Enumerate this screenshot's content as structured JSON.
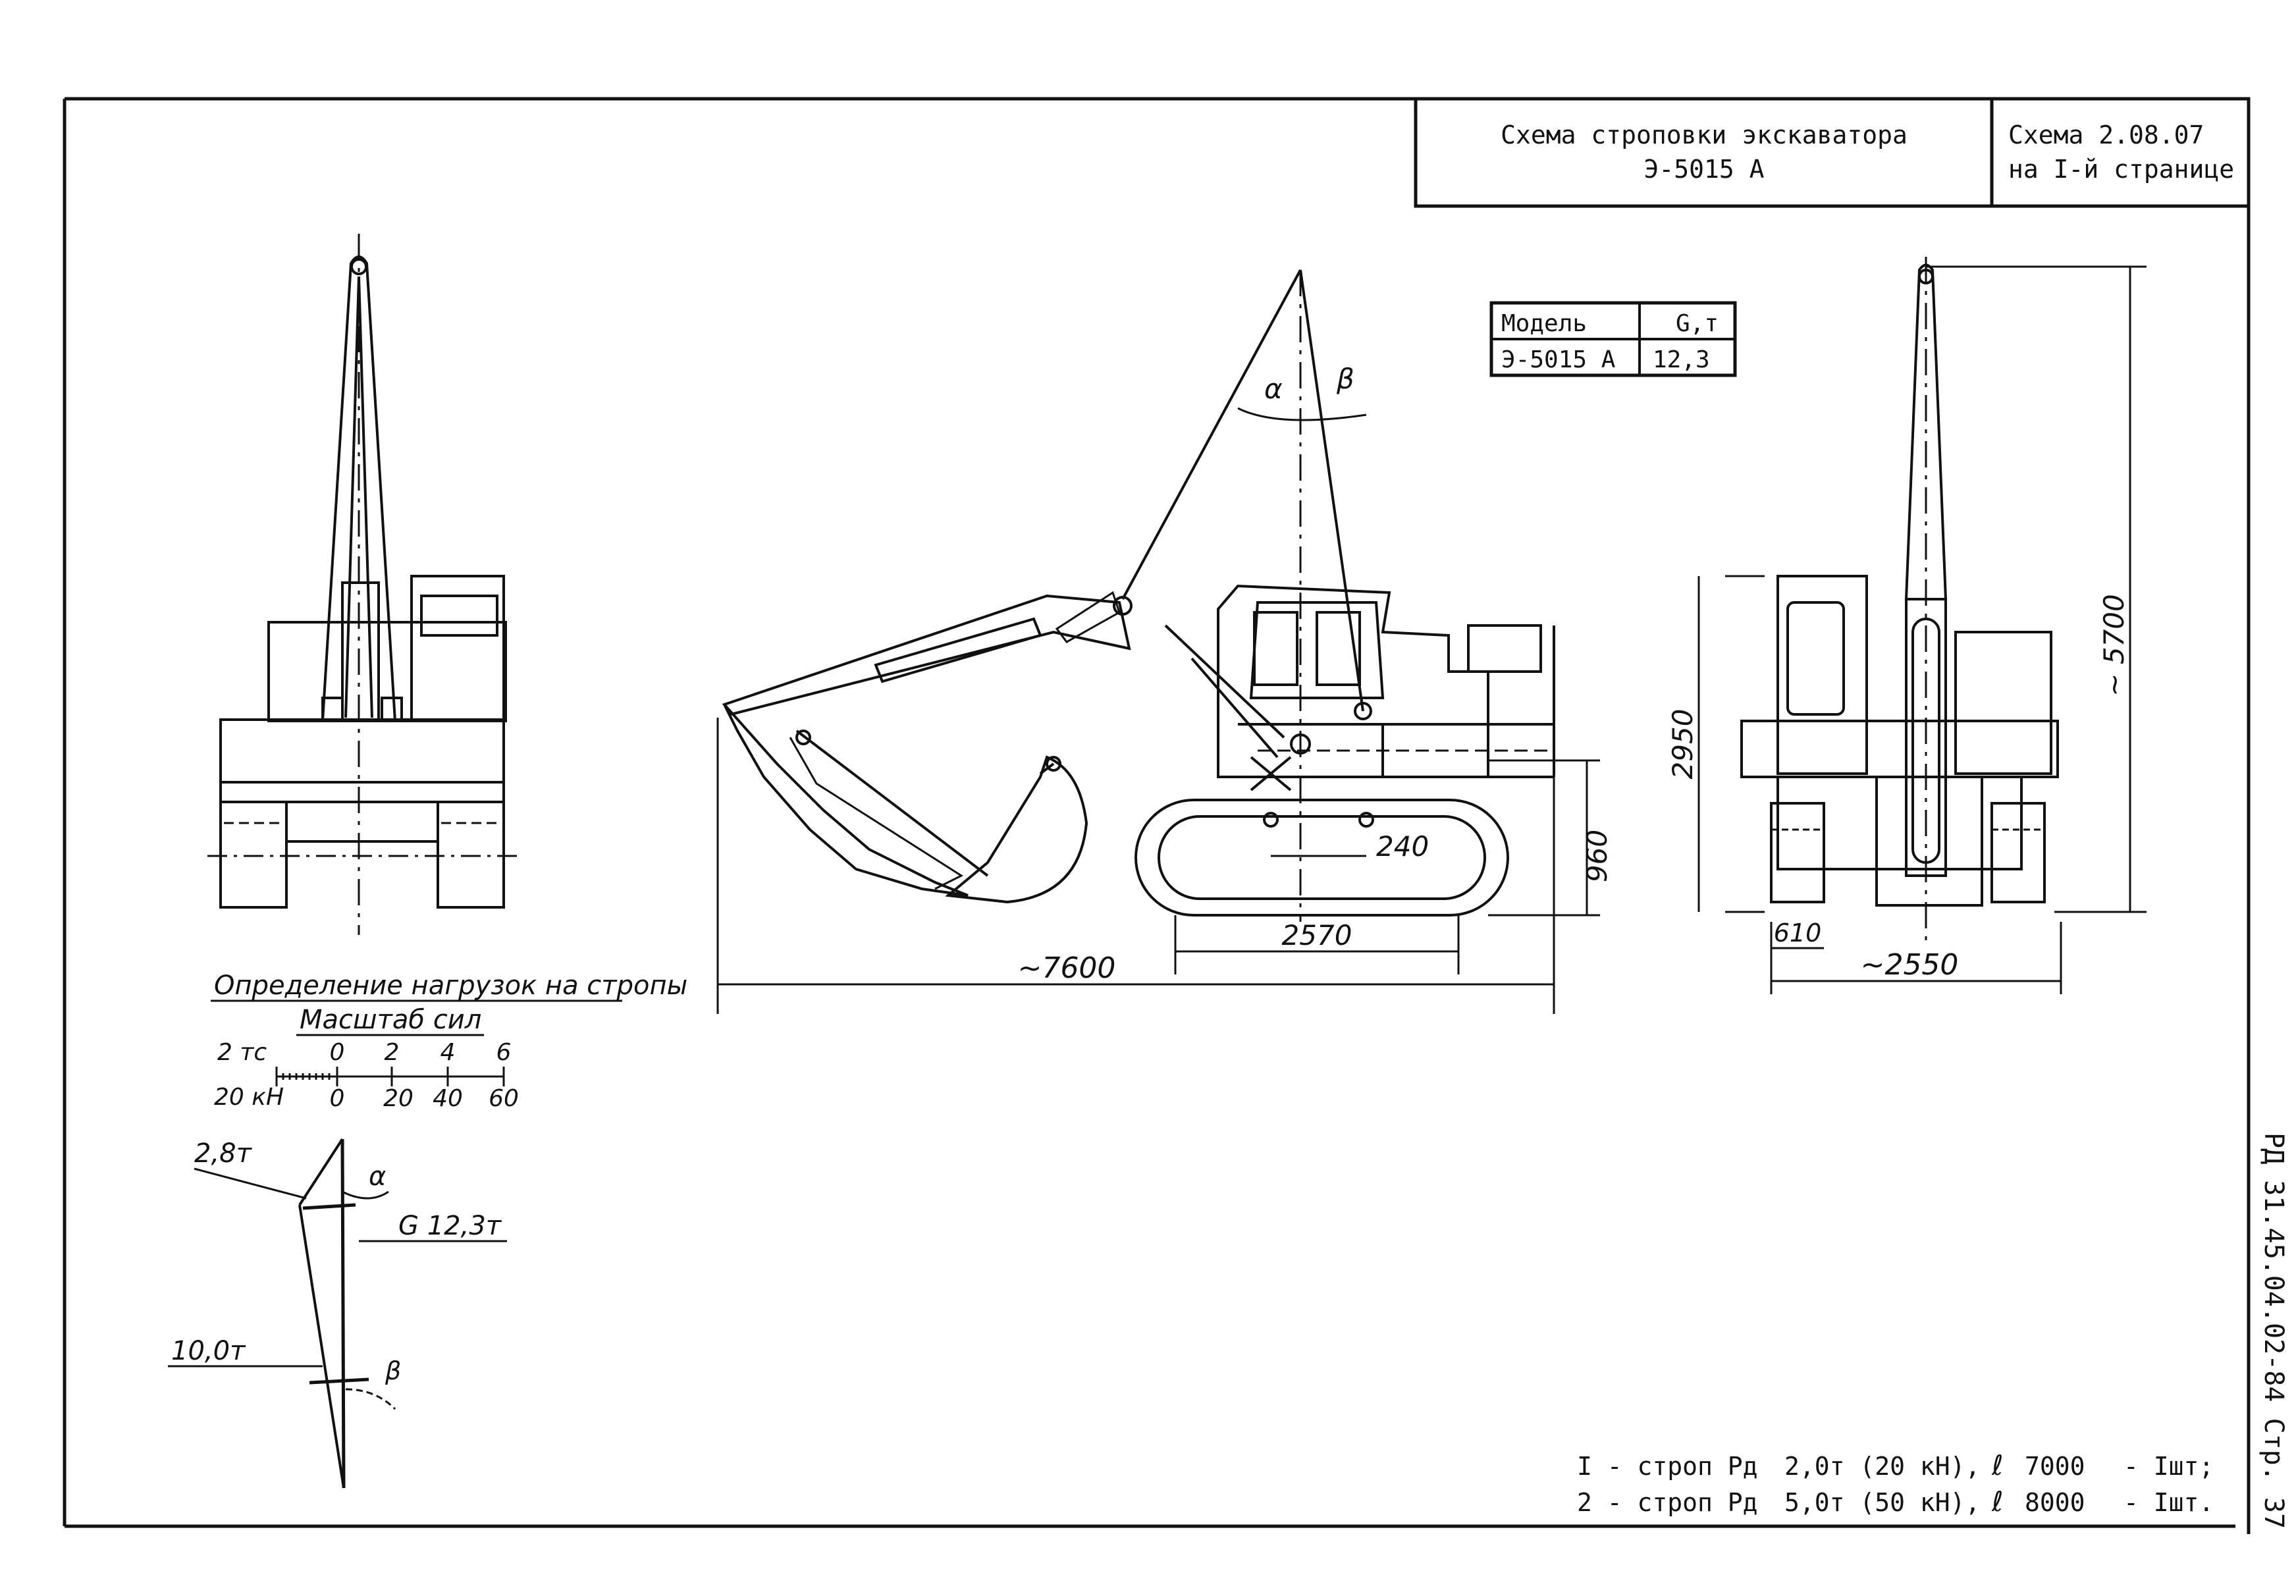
{
  "title_block": {
    "title_line1": "Схема строповки экскаватора",
    "title_line2": "Э-5015 А",
    "ref_line1": "Схема  2.08.07",
    "ref_line2": "на I-й странице"
  },
  "model_table": {
    "header_model": "Модель",
    "header_mass": "G,т",
    "row_model": "Э-5015 А",
    "row_mass": "12,3"
  },
  "dimensions": {
    "side_length": "~7600",
    "track_base": "2570",
    "track_height": "960",
    "offset": "240",
    "rear_width": "~2550",
    "track_width": "610",
    "cab_height": "2950",
    "total_height": "~ 5700"
  },
  "angles": {
    "alpha": "α",
    "beta": "β"
  },
  "force_scale": {
    "heading": "Определение нагрузок на стропы",
    "subheading": "Масштаб сил",
    "unit_tc": "2 тс",
    "unit_kn": "20 кН",
    "ticks_tc": [
      "0",
      "2",
      "4",
      "6"
    ],
    "ticks_kn": [
      "0",
      "20",
      "40",
      "60"
    ]
  },
  "force_diagram": {
    "label_a": "2,8т",
    "label_g": "G  12,3т",
    "label_b": "10,0т"
  },
  "slings": {
    "line1": {
      "prefix": "I - строп Рд",
      "load": "2,0т (20 кН),",
      "len_sym": "ℓ",
      "length": "7000",
      "qty": "- Iшт;"
    },
    "line2": {
      "prefix": "2 - строп Рд",
      "load": "5,0т (50 кН),",
      "len_sym": "ℓ",
      "length": "8000",
      "qty": "- Iшт."
    }
  },
  "side_stamp": "РД 31.45.04.02-84 Стр. 37"
}
